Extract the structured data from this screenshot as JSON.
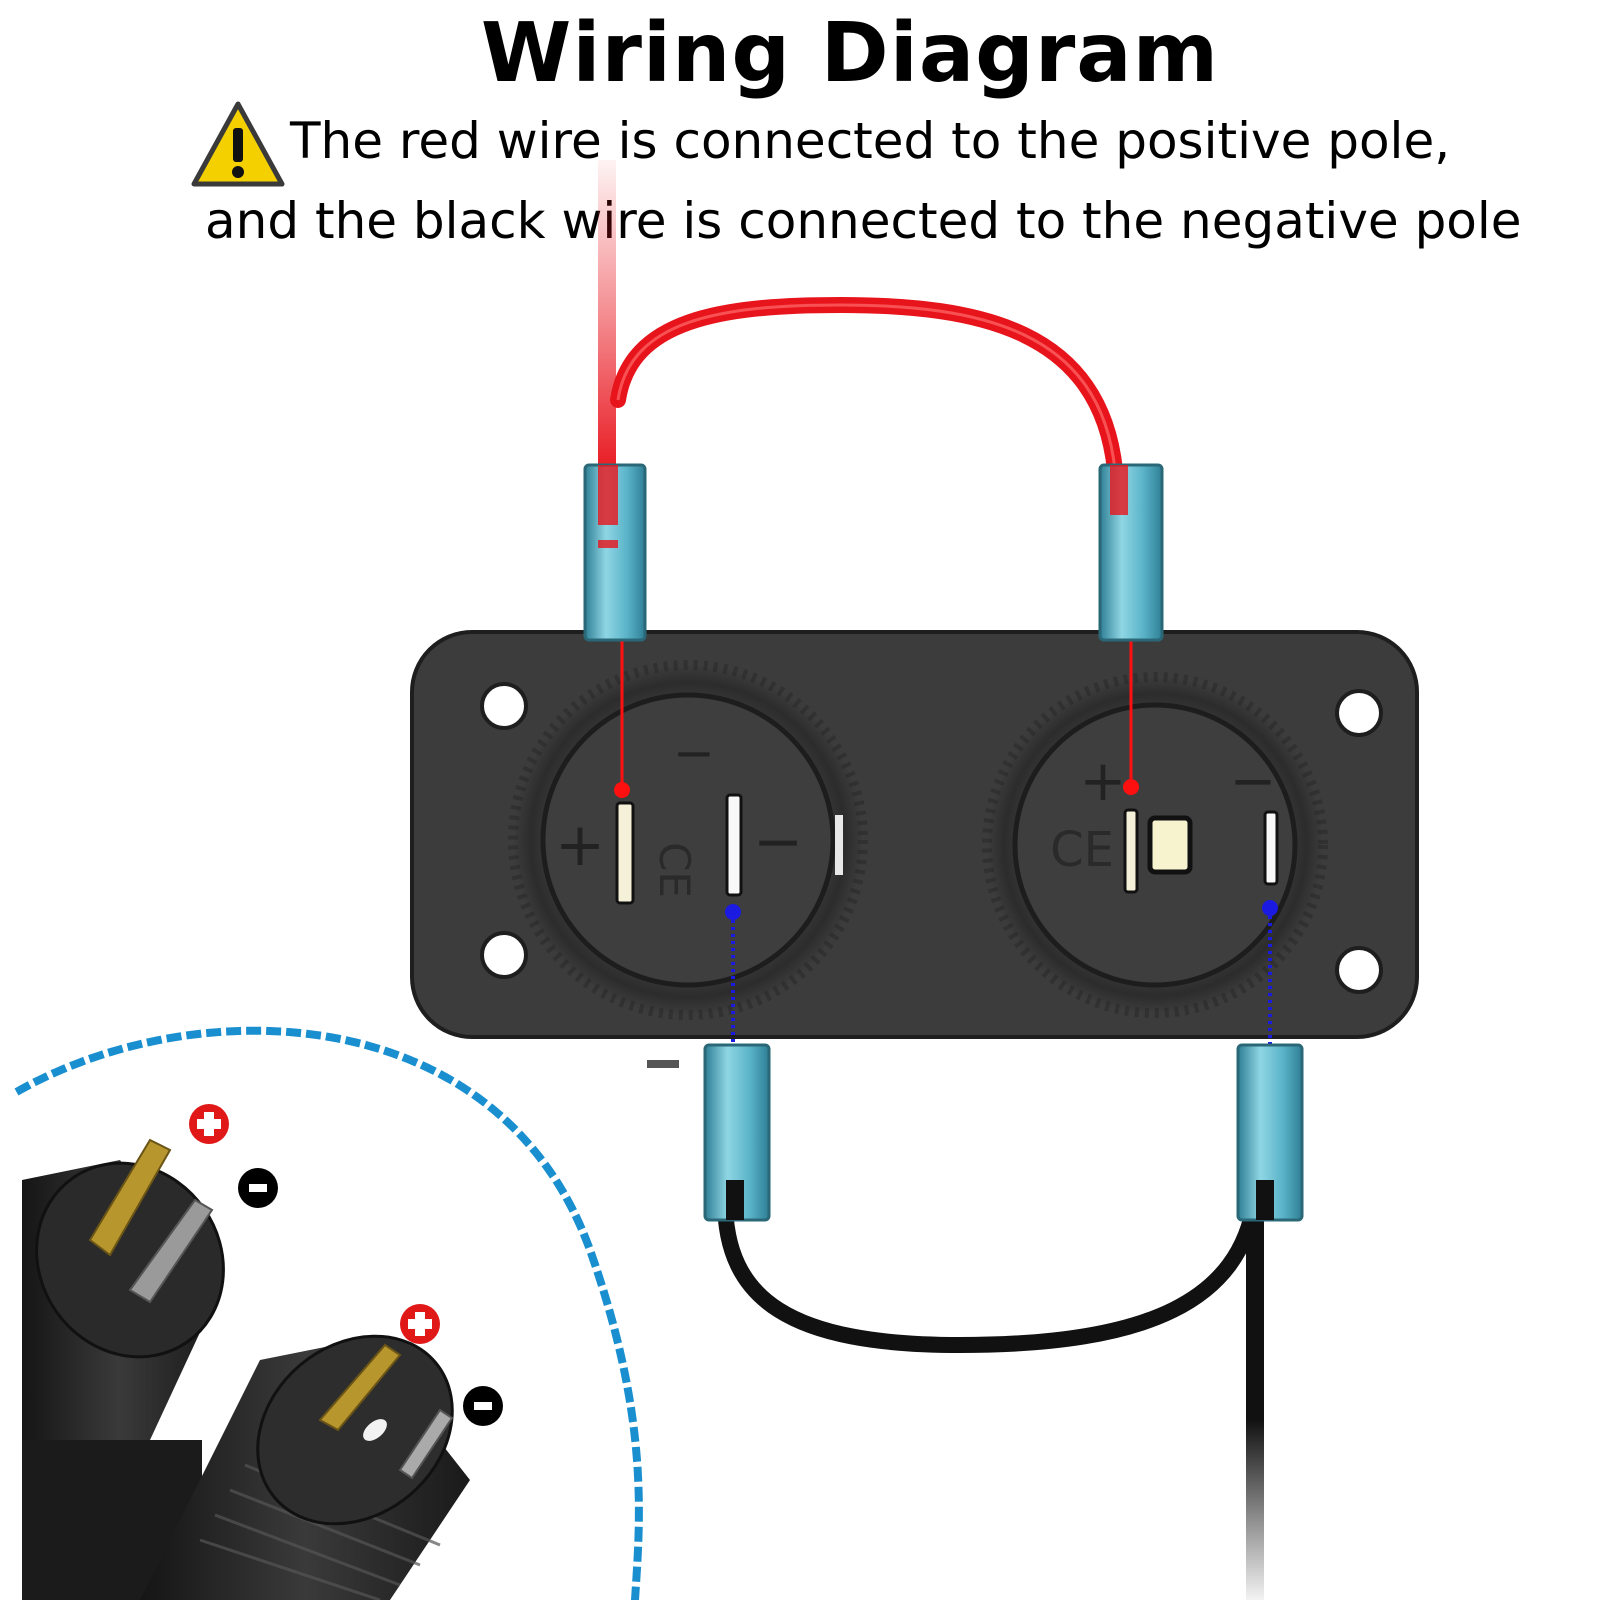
{
  "title": "Wiring Diagram",
  "warning": {
    "icon": "warning-triangle-icon",
    "line1": "The red wire is connected to the positive pole,",
    "line2": "and the black wire is connected to the negative pole"
  },
  "panel": {
    "left_socket": {
      "positive_label": "+",
      "negative_label": "−",
      "marking": "CE"
    },
    "right_socket": {
      "positive_label": "+",
      "negative_label": "−",
      "marking": "CE"
    }
  },
  "inset": {
    "positive_badge": "+",
    "negative_badge": "−"
  },
  "colors": {
    "positive_wire": "#e8141c",
    "negative_wire": "#111111",
    "connector": "#6cc3d5",
    "panel": "#3c3c3c",
    "positive_dot": "#ff1010",
    "negative_dot": "#1a1ae0",
    "inset_dots": "#1a8fd0",
    "warning_fill": "#f5d000"
  }
}
